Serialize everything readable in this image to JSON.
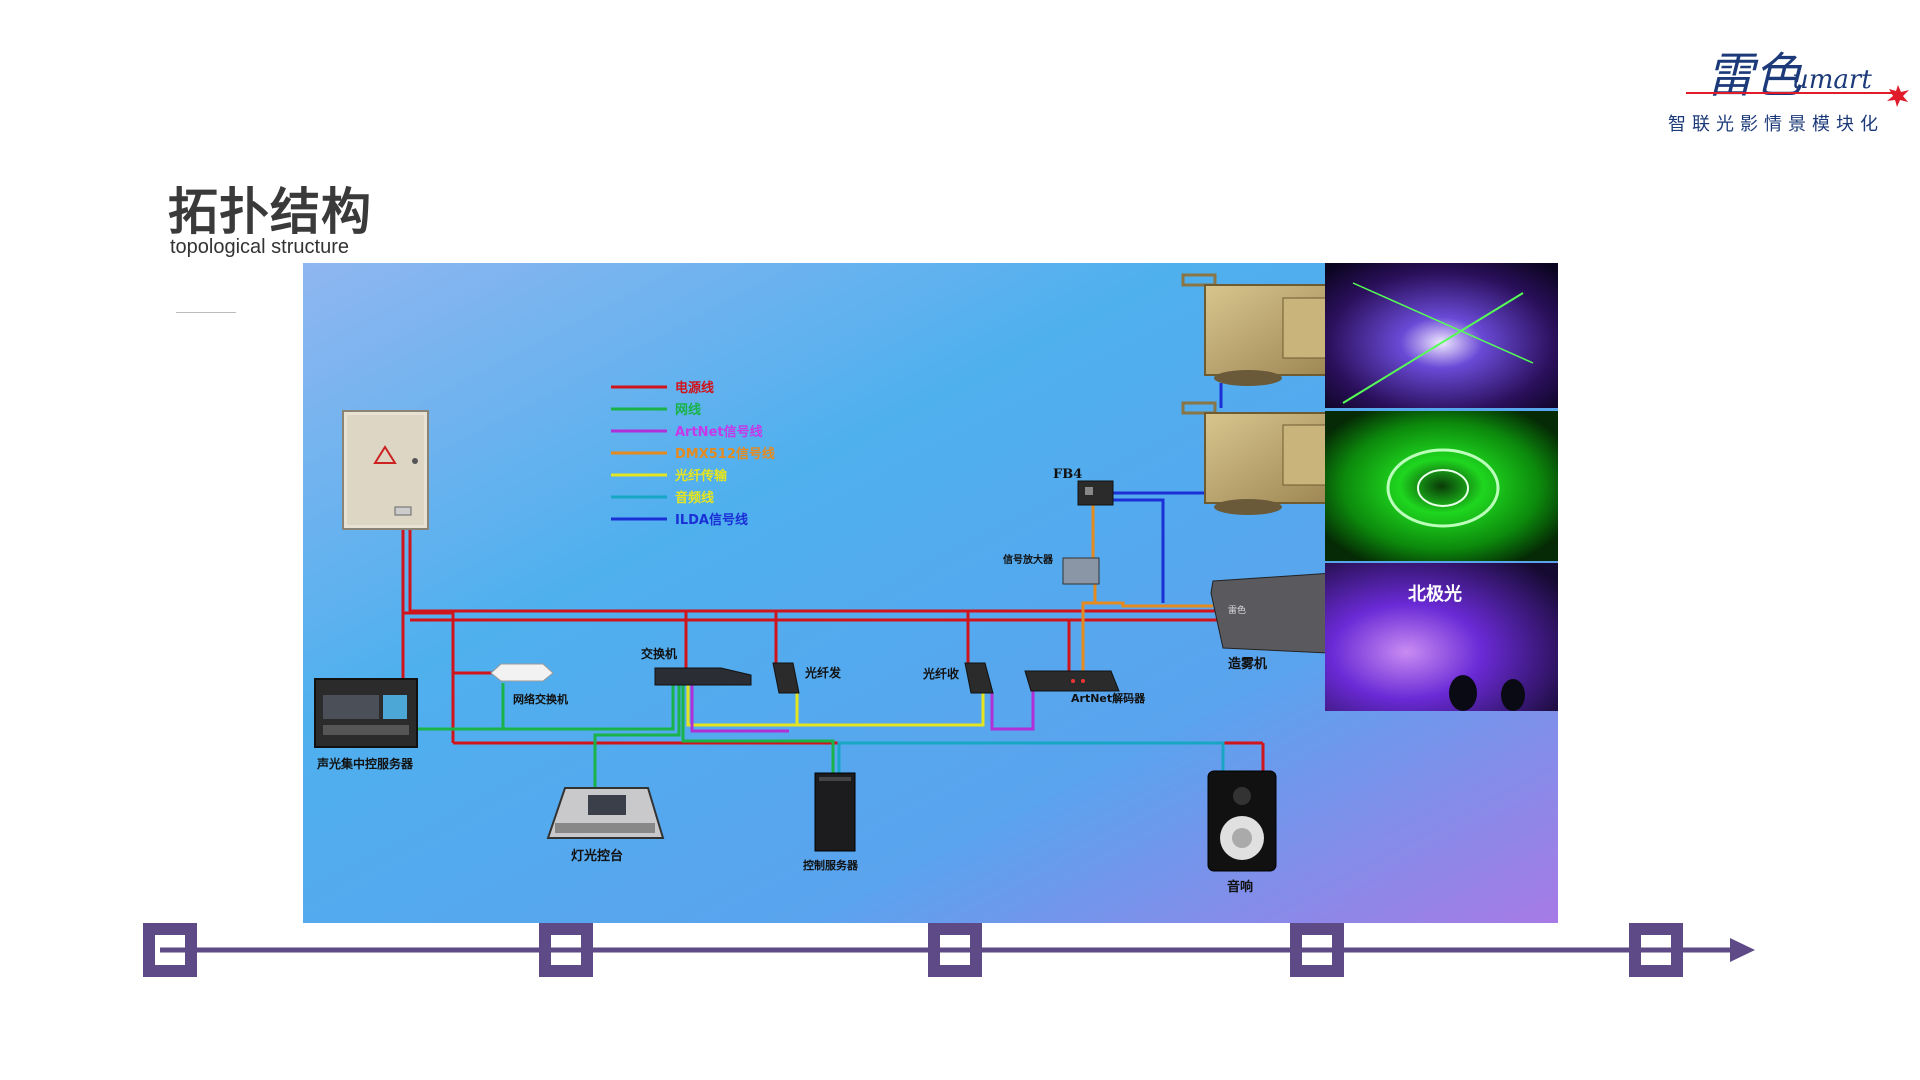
{
  "brand": {
    "logo_script": "雷色",
    "logo_latin": "umart",
    "slogan": "智联光影情景模块化",
    "accent_red": "#e01c2a",
    "accent_navy": "#1c3a7a"
  },
  "slide": {
    "title": "拓扑结构",
    "subtitle": "topological structure"
  },
  "legend": [
    {
      "label": "电源线",
      "color": "#d0141c"
    },
    {
      "label": "网线",
      "color": "#19b34a"
    },
    {
      "label": "ArtNet信号线",
      "color": "#b02fd6"
    },
    {
      "label": "DMX512信号线",
      "color": "#e58a1f"
    },
    {
      "label": "光纤传输",
      "color": "#e5e51f"
    },
    {
      "label": "音频线",
      "color": "#17a6c4"
    },
    {
      "label": "ILDA信号线",
      "color": "#1a2fd6"
    }
  ],
  "devices": {
    "power_box": "",
    "server": "声光集中控服务器",
    "net_switch_small": "网络交换机",
    "switch": "交换机",
    "fiber_tx": "光纤发",
    "fiber_rx": "光纤收",
    "artnet_decoder": "ArtNet解码器",
    "fb4": "FB4",
    "amplifier": "信号放大器",
    "fog": "造雾机",
    "console": "灯光控台",
    "control_server": "控制服务器",
    "speaker": "音响"
  },
  "photos": {
    "aurora_label": "北极光"
  },
  "timeline": {
    "nodes": 5,
    "color": "#5e4a86"
  }
}
